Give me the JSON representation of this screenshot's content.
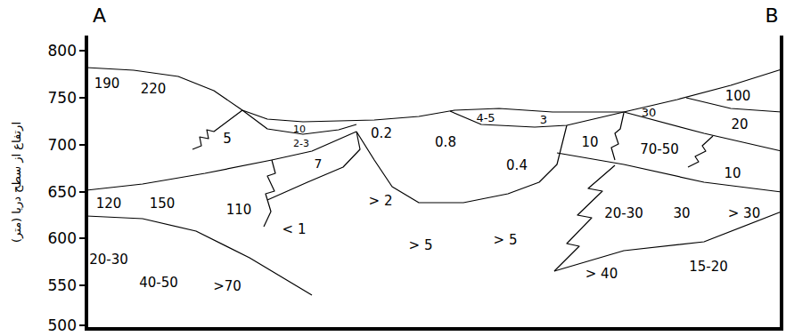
{
  "diagram": {
    "labels": [
      "A",
      "B",
      "800",
      "750",
      "700",
      "650",
      "600",
      "550",
      "500",
      "ارتفاع از سطح دریا (متر)",
      "190",
      "220",
      "5",
      "10",
      "2-3",
      "7",
      "0.2",
      "0.8",
      "0.4",
      "4-5",
      "3",
      "30",
      "100",
      "20",
      "70-50",
      "10",
      "10",
      "120",
      "150",
      "110",
      "< 1",
      "> 2",
      "> 5",
      "> 5",
      "20-30",
      "30",
      "> 30",
      "20-30",
      "40-50",
      ">70",
      "> 40",
      "15-20"
    ]
  }
}
